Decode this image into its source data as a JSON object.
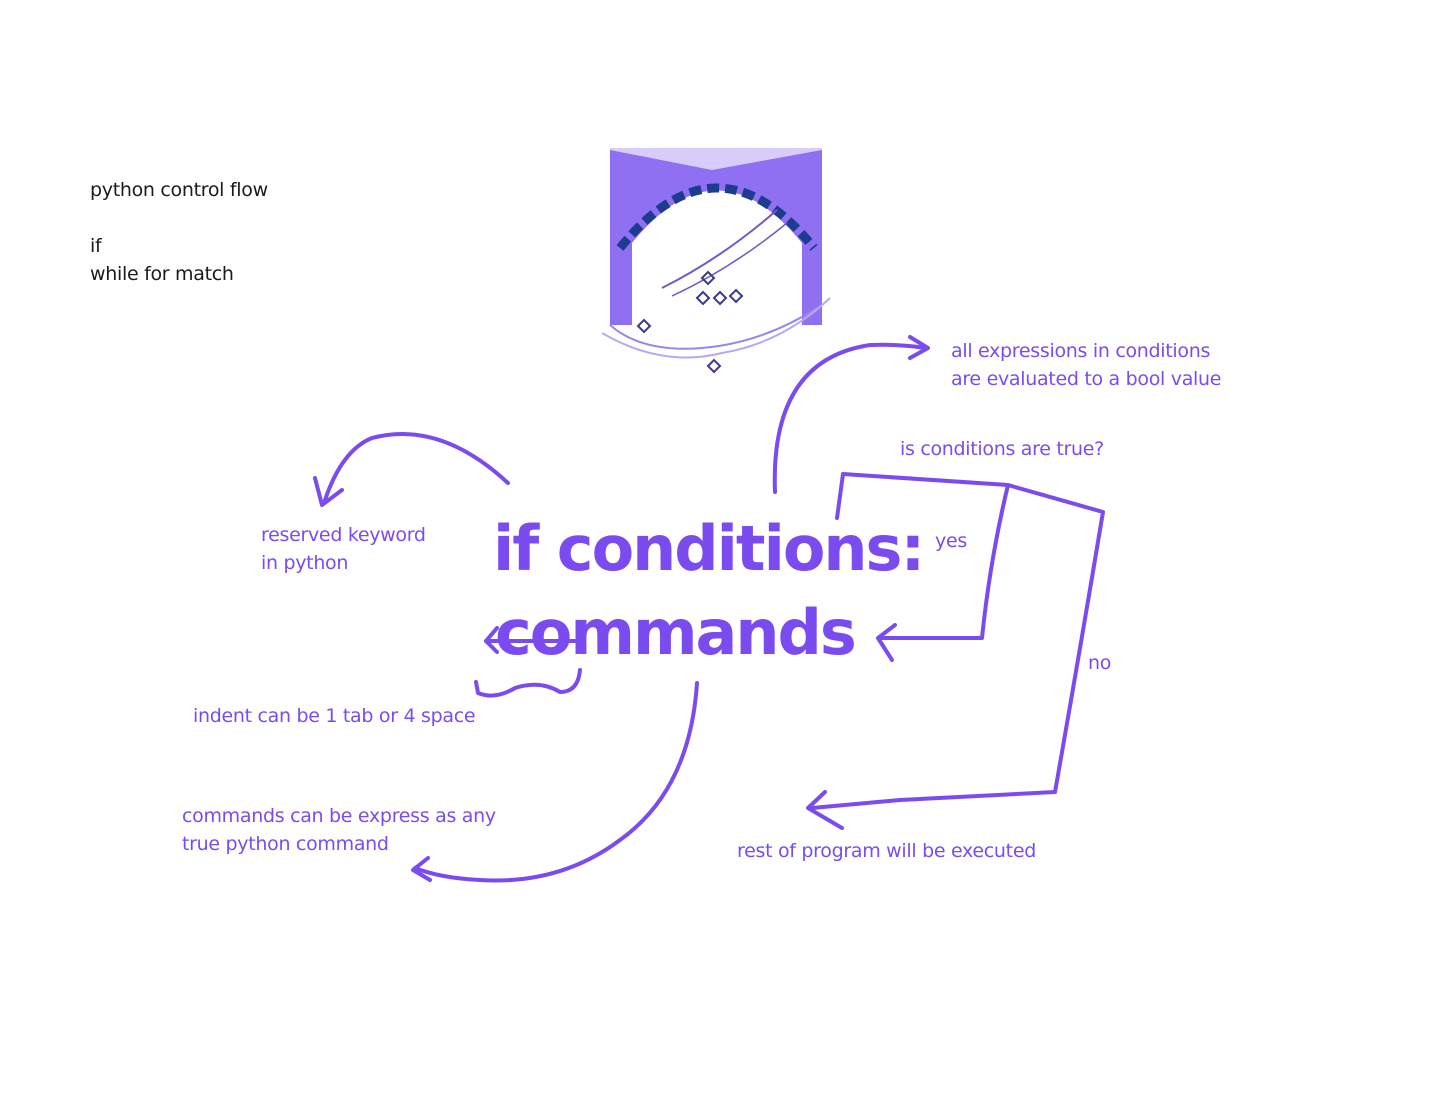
{
  "page_notes": {
    "title": "python control flow",
    "kw1": "if",
    "kw2": "while for match"
  },
  "main": {
    "line1": "if conditions:",
    "line2": "commands"
  },
  "annotations": {
    "reserved_1": "reserved keyword",
    "reserved_2": "in python",
    "indent": "indent can be 1 tab or 4 space",
    "commands_1": "commands can be express as any",
    "commands_2": "true python command",
    "expr_1": "all expressions in conditions",
    "expr_2": "are evaluated to a bool value",
    "question": "is conditions are true?",
    "yes": "yes",
    "no": "no",
    "rest": "rest of program will be executed"
  },
  "colors": {
    "ink": "#7a4cf0",
    "text_black": "#1a1a1a",
    "logo_fill": "#8f6ff2",
    "logo_dark": "#1d3c8f"
  }
}
